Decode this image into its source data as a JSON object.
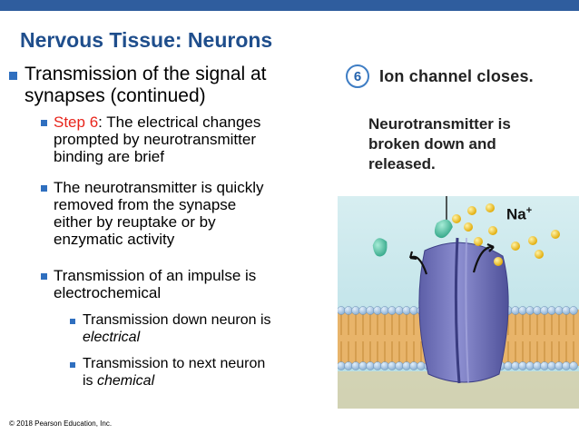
{
  "slide": {
    "title": "Nervous Tissue: Neurons",
    "bullets": {
      "main": [
        "Transmission of the signal at",
        "synapses (continued)"
      ],
      "step6_label": "Step 6",
      "step6_text": [
        ": The electrical changes",
        "prompted by neurotransmitter",
        "binding are brief"
      ],
      "reuptake": [
        "The neurotransmitter is quickly",
        "removed from the synapse",
        "either by reuptake or by",
        "enzymatic activity"
      ],
      "impulse": [
        "Transmission of an impulse is",
        "electrochemical"
      ],
      "down_neuron": "Transmission down neuron is",
      "down_neuron_em": "electrical",
      "next_neuron": "Transmission to next neuron",
      "next_neuron_pre": "is ",
      "next_neuron_em": "chemical"
    },
    "footer": "© 2018 Pearson Education, Inc."
  },
  "figure": {
    "step_number": "6",
    "heading": "Ion channel closes.",
    "caption": [
      "Neurotransmitter is",
      "broken down and",
      "released."
    ],
    "ion_label": "Na",
    "ion_charge": "+"
  },
  "colors": {
    "top_bar": "#2f5d9e",
    "title": "#1f4e8c",
    "bullet": "#2f6fbf",
    "highlight": "#e8251c",
    "synapse_bg": "#bfe3e8",
    "channel": "#7274b8",
    "ion": "#f2c200",
    "neurotransmitter": "#3fb79a"
  }
}
